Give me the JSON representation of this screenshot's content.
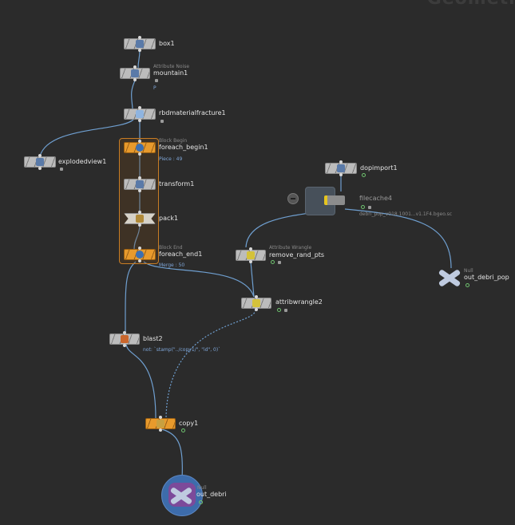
{
  "context_title": "Geometr",
  "nodes": {
    "box1": {
      "name": "box1"
    },
    "mountain1": {
      "name": "mountain1",
      "type": "Attribute Noise",
      "info": "P"
    },
    "rbd": {
      "name": "rbdmaterialfracture1"
    },
    "exploded": {
      "name": "explodedview1"
    },
    "foreach_begin": {
      "name": "foreach_begin1",
      "type": "Block Begin",
      "info": "Piece : 49"
    },
    "transform": {
      "name": "transform1"
    },
    "pack": {
      "name": "pack1"
    },
    "foreach_end": {
      "name": "foreach_end1",
      "type": "Block End",
      "info": "Merge : 50"
    },
    "dopimport": {
      "name": "dopimport1"
    },
    "filecache": {
      "name": "filecache4",
      "info": "debri_pop_v018.1001...v1.1F4.bgeo.sc"
    },
    "remove_rand": {
      "name": "remove_rand_pts",
      "type": "Attribute Wrangle"
    },
    "out_debri_pop": {
      "name": "out_debri_pop",
      "type": "Null"
    },
    "attribwrangle2": {
      "name": "attribwrangle2"
    },
    "blast2": {
      "name": "blast2",
      "info": "not: `stamp(\"../copy1/\", \"id\", 0)`"
    },
    "copy1": {
      "name": "copy1"
    },
    "out_debri": {
      "name": "out_debri",
      "type": "Null"
    }
  },
  "colors": {
    "background": "#2b2b2b",
    "wire": "#6f9fd0",
    "orange_node": "#e89a2c",
    "gray_node": "#bcbcbc",
    "output_disc": "#3d6cab"
  }
}
